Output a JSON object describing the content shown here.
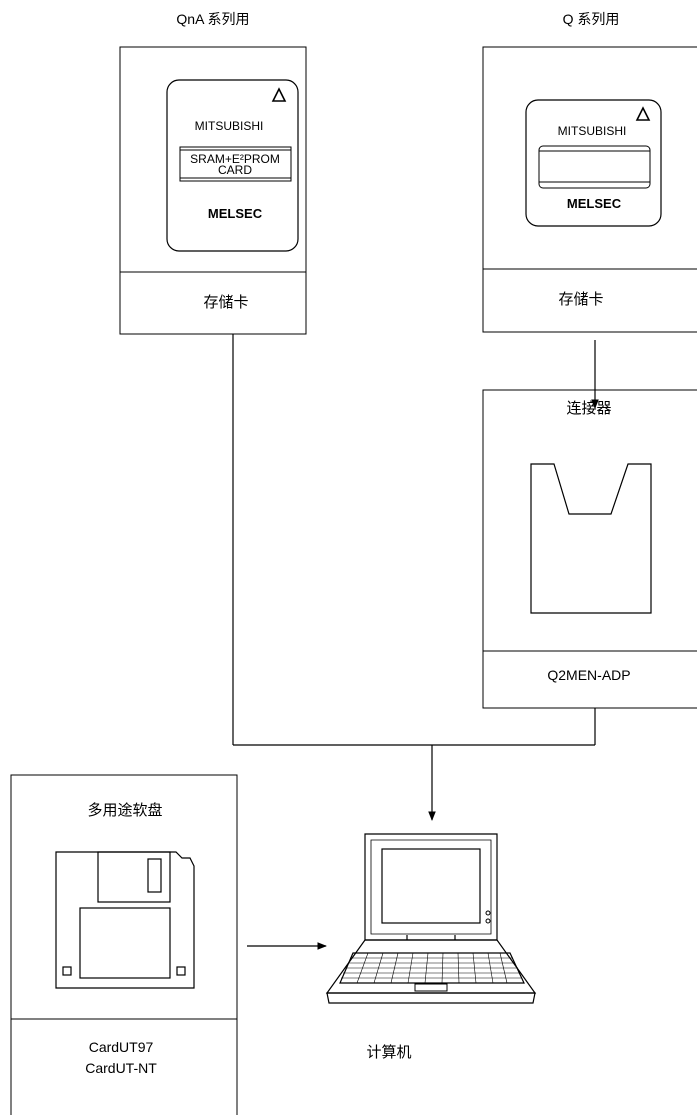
{
  "qna": {
    "header": "QnA 系列用",
    "card_maker": "MITSUBISHI",
    "card_type_line1": "SRAM+E²PROM",
    "card_type_line2": "CARD",
    "card_brand": "MELSEC",
    "footer": "存储卡"
  },
  "q": {
    "header": "Q 系列用",
    "card_maker": "MITSUBISHI",
    "card_brand": "MELSEC",
    "footer": "存储卡"
  },
  "adapter": {
    "title": "连接器",
    "model": "Q2MEN-ADP"
  },
  "floppy": {
    "title": "多用途软盘",
    "software_line1": "CardUT97",
    "software_line2": "CardUT-NT"
  },
  "computer": {
    "label": "计算机"
  }
}
